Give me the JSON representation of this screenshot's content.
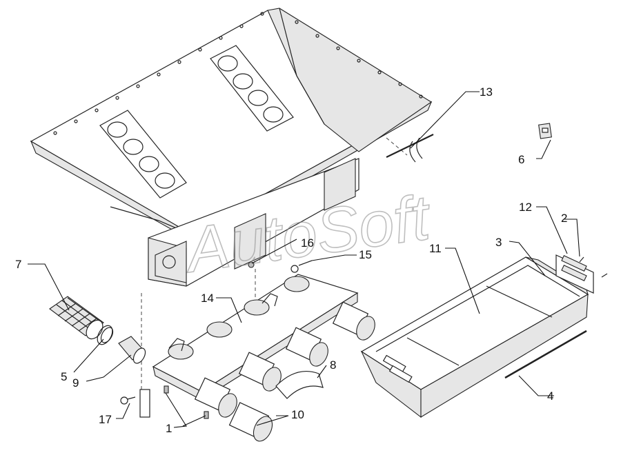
{
  "watermark": {
    "text": "AutoSoft"
  },
  "callouts": [
    {
      "id": "1",
      "text": "1"
    },
    {
      "id": "2",
      "text": "2"
    },
    {
      "id": "3",
      "text": "3"
    },
    {
      "id": "4",
      "text": "4"
    },
    {
      "id": "5",
      "text": "5"
    },
    {
      "id": "6",
      "text": "6"
    },
    {
      "id": "7",
      "text": "7"
    },
    {
      "id": "8",
      "text": "8"
    },
    {
      "id": "9",
      "text": "9"
    },
    {
      "id": "10",
      "text": "10"
    },
    {
      "id": "11",
      "text": "11"
    },
    {
      "id": "12",
      "text": "12"
    },
    {
      "id": "13",
      "text": "13"
    },
    {
      "id": "14",
      "text": "14"
    },
    {
      "id": "15",
      "text": "15"
    },
    {
      "id": "16",
      "text": "16"
    },
    {
      "id": "17",
      "text": "17"
    }
  ]
}
